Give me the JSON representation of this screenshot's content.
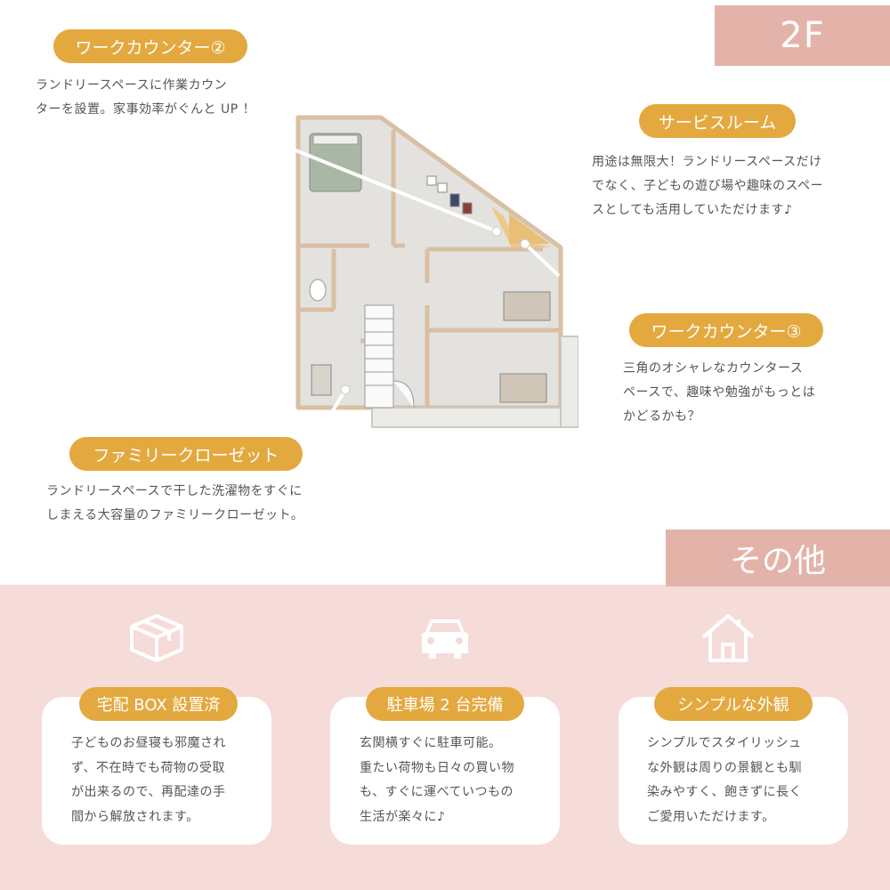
{
  "floor": {
    "label": "2F"
  },
  "callouts": {
    "work_counter_2": {
      "title": "ワークカウンター②",
      "lines": [
        "ランドリースペースに作業カウン",
        "ターを設置。家事効率がぐんと UP ！"
      ]
    },
    "service_room": {
      "title": "サービスルーム",
      "lines": [
        "用途は無限大！ランドリースペースだけ",
        "でなく、子どもの遊び場や趣味のスペー",
        "スとしても活用していただけます♪"
      ]
    },
    "work_counter_3": {
      "title": "ワークカウンター③",
      "lines": [
        "三角のオシャレなカウンタース",
        "ペースで、趣味や勉強がもっとは",
        "かどるかも？"
      ]
    },
    "family_closet": {
      "title": "ファミリークローゼット",
      "lines": [
        "ランドリースペースで干した洗濯物をすぐに",
        "しまえる大容量のファミリークローゼット。"
      ]
    }
  },
  "other": {
    "label": "その他",
    "cards": [
      {
        "icon": "box-icon",
        "title": "宅配 BOX 設置済",
        "lines": [
          "子どものお昼寝も邪魔され",
          "ず、不在時でも荷物の受取",
          "が出来るので、再配達の手",
          "間から解放されます。"
        ]
      },
      {
        "icon": "car-icon",
        "title": "駐車場 2 台完備",
        "lines": [
          "玄関横すぐに駐車可能。",
          "重たい荷物も日々の買い物",
          "も、すぐに運べていつもの",
          "生活が楽々に♪"
        ]
      },
      {
        "icon": "house-icon",
        "title": "シンプルな外観",
        "lines": [
          "シンプルでスタイリッシュ",
          "な外観は周りの景観とも馴",
          "染みやすく、飽きずに長く",
          "ご愛用いただけます。"
        ]
      }
    ]
  },
  "colors": {
    "accent": "#e3a93f",
    "tag": "#e3b3aa",
    "band": "#f5dcd8",
    "wall": "#e9cdb0",
    "floor": "#e3e2de"
  }
}
